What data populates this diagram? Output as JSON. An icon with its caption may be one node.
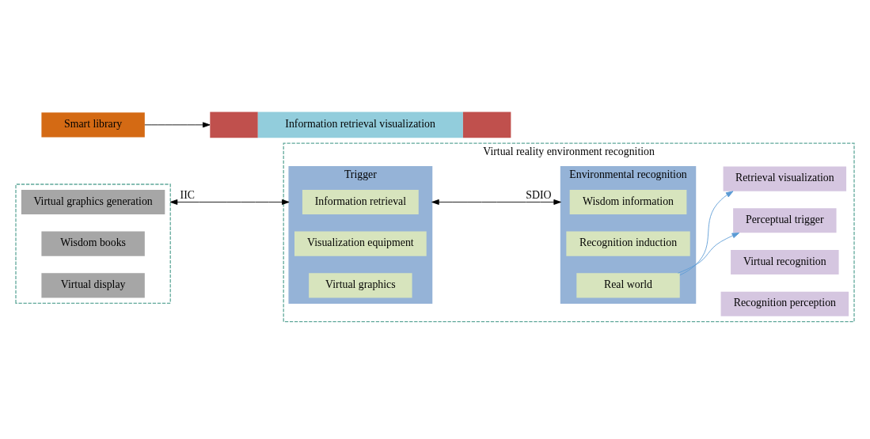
{
  "diagram": {
    "nodes": [
      {
        "text": [],
        "shape": "box"
      },
      {
        "text": [
          "Virtual graphics generation"
        ],
        "in": 0
      },
      {
        "text": [
          "Wisdom books"
        ],
        "in": 0
      },
      {
        "text": [
          "Virtual display"
        ],
        "in": 0
      },
      {
        "text": [
          "Virtual reality environment recognition"
        ]
      },
      {
        "text": [
          "Trigger"
        ],
        "in": 4
      },
      {
        "text": [
          "Information retrieval"
        ],
        "in": 5
      },
      {
        "text": [
          "Visualization equipment"
        ],
        "in": 5
      },
      {
        "text": [
          "Virtual graphics"
        ],
        "in": 5
      },
      {
        "text": [
          "Environmental recognition"
        ],
        "in": 4
      },
      {
        "text": [
          "Wisdom information"
        ],
        "in": 9
      },
      {
        "text": [
          "Recognition induction"
        ],
        "in": 9
      },
      {
        "text": [
          "Real world"
        ],
        "in": 9
      },
      {
        "text": [
          "Virtual recognition"
        ],
        "in": 4
      },
      {
        "text": [
          "Recognition perception"
        ],
        "in": 4
      },
      {
        "text": [
          "Perceptual trigger"
        ],
        "in": 4
      },
      {
        "text": [
          "Retrieval visualization"
        ],
        "in": 4
      },
      {
        "text": [
          "Smart library"
        ]
      },
      {
        "text": [
          "Information retrieval visualization"
        ]
      }
    ],
    "edges": [
      {
        "from": 0,
        "to": 5,
        "arrow": "both",
        "label": "IIC"
      },
      {
        "from": 5,
        "to": 9,
        "arrow": "both",
        "label": "SDIO"
      },
      {
        "from": 12,
        "to": 15,
        "arrow": "to",
        "color": "#5b9bd5"
      },
      {
        "from": 12,
        "to": 16,
        "arrow": "to",
        "color": "#5b9bd5"
      },
      {
        "from": 17,
        "to": 18,
        "arrow": "to"
      }
    ]
  }
}
